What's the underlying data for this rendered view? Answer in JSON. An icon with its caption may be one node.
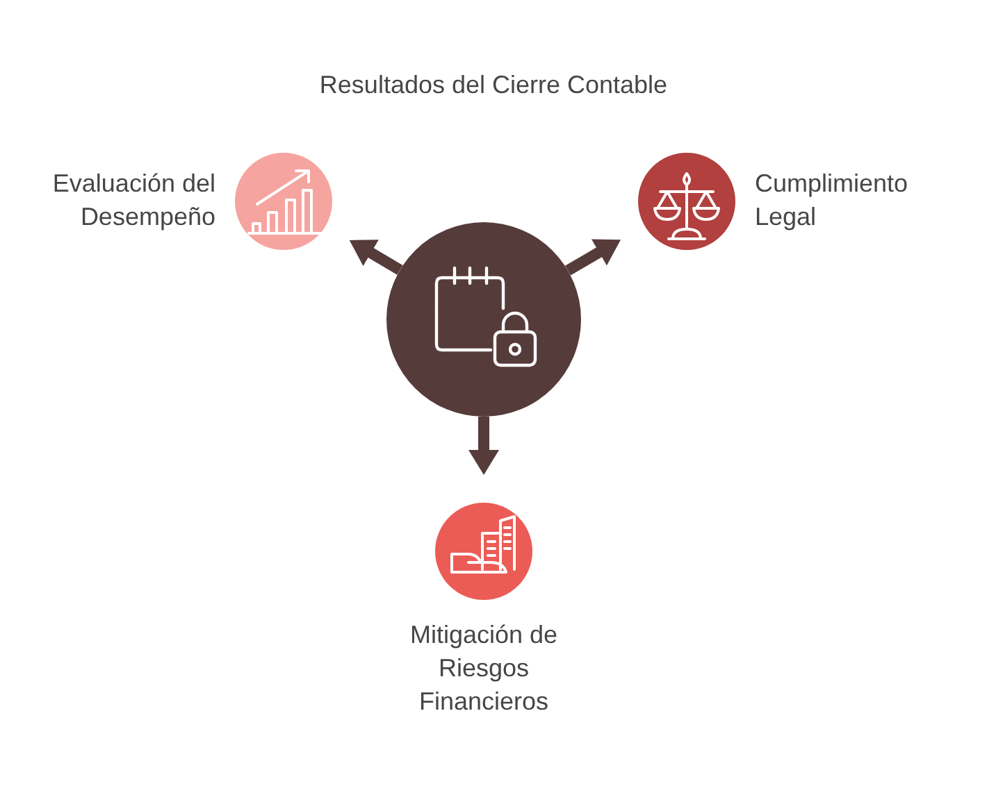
{
  "diagram": {
    "title": "Resultados del Cierre Contable",
    "nodes": [
      {
        "text": [],
        "shape": "circle"
      },
      {
        "text": [
          "Evaluación del Desempeño"
        ]
      },
      {
        "text": [
          "Cumplimiento Legal"
        ]
      },
      {
        "text": [
          "Mitigación de Riesgos Financieros"
        ]
      }
    ],
    "edges": [
      {
        "from": 0,
        "to": 1,
        "arrow": "to"
      },
      {
        "from": 0,
        "to": 2,
        "arrow": "to"
      },
      {
        "from": 0,
        "to": 3,
        "arrow": "to"
      }
    ]
  }
}
